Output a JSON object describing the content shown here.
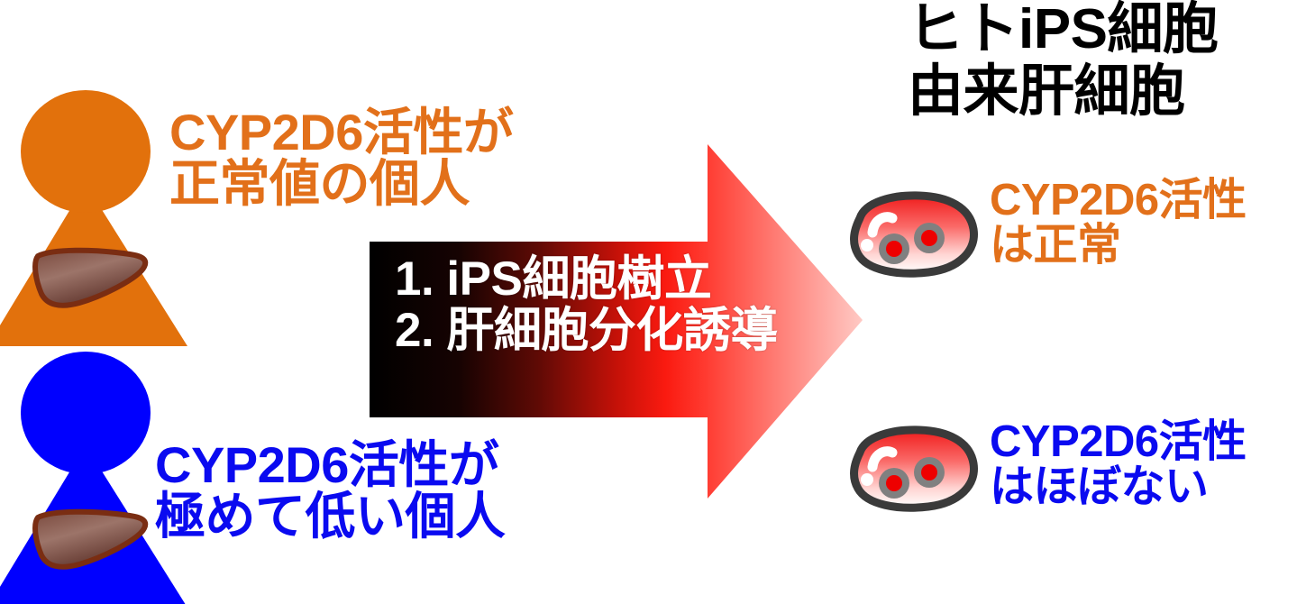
{
  "diagram": {
    "title_lines": [
      "ヒトiPS細胞",
      "由来肝細胞"
    ],
    "colors": {
      "orange": "#E2710C",
      "orange_text": "#E2701A",
      "blue": "#0000FF",
      "blue_text": "#0A0AF0",
      "black": "#000000",
      "liver_fill": "#6E4038",
      "liver_outline": "#7A2D12",
      "cell_outline": "#3A3A3A",
      "cell_fill_top": "#F23030",
      "cell_fill_bottom": "#FFFFFF",
      "nucleus_ring": "#808080",
      "nucleus_core": "#EE0000",
      "arrow_gradient_start": "#000000",
      "arrow_gradient_mid": "#FF1010",
      "arrow_gradient_end": "#FFC7C2"
    },
    "left_column": {
      "normal_person": {
        "icon": "person-with-liver-icon",
        "color_name": "orange",
        "label_lines": [
          "CYP2D6活性が",
          "正常値の個人"
        ]
      },
      "poor_person": {
        "icon": "person-with-liver-icon",
        "color_name": "blue",
        "label_lines": [
          "CYP2D6活性が",
          "極めて低い個人"
        ]
      }
    },
    "arrow": {
      "icon": "right-arrow-gradient",
      "steps": [
        "1. iPS細胞樹立",
        "2. 肝細胞分化誘導"
      ]
    },
    "right_column": {
      "normal_cell": {
        "icon": "hepatocyte-cell-icon",
        "color_name": "orange",
        "label_lines": [
          "CYP2D6活性",
          "は正常"
        ]
      },
      "poor_cell": {
        "icon": "hepatocyte-cell-icon",
        "color_name": "blue",
        "label_lines": [
          "CYP2D6活性",
          "はほぼない"
        ]
      }
    }
  }
}
